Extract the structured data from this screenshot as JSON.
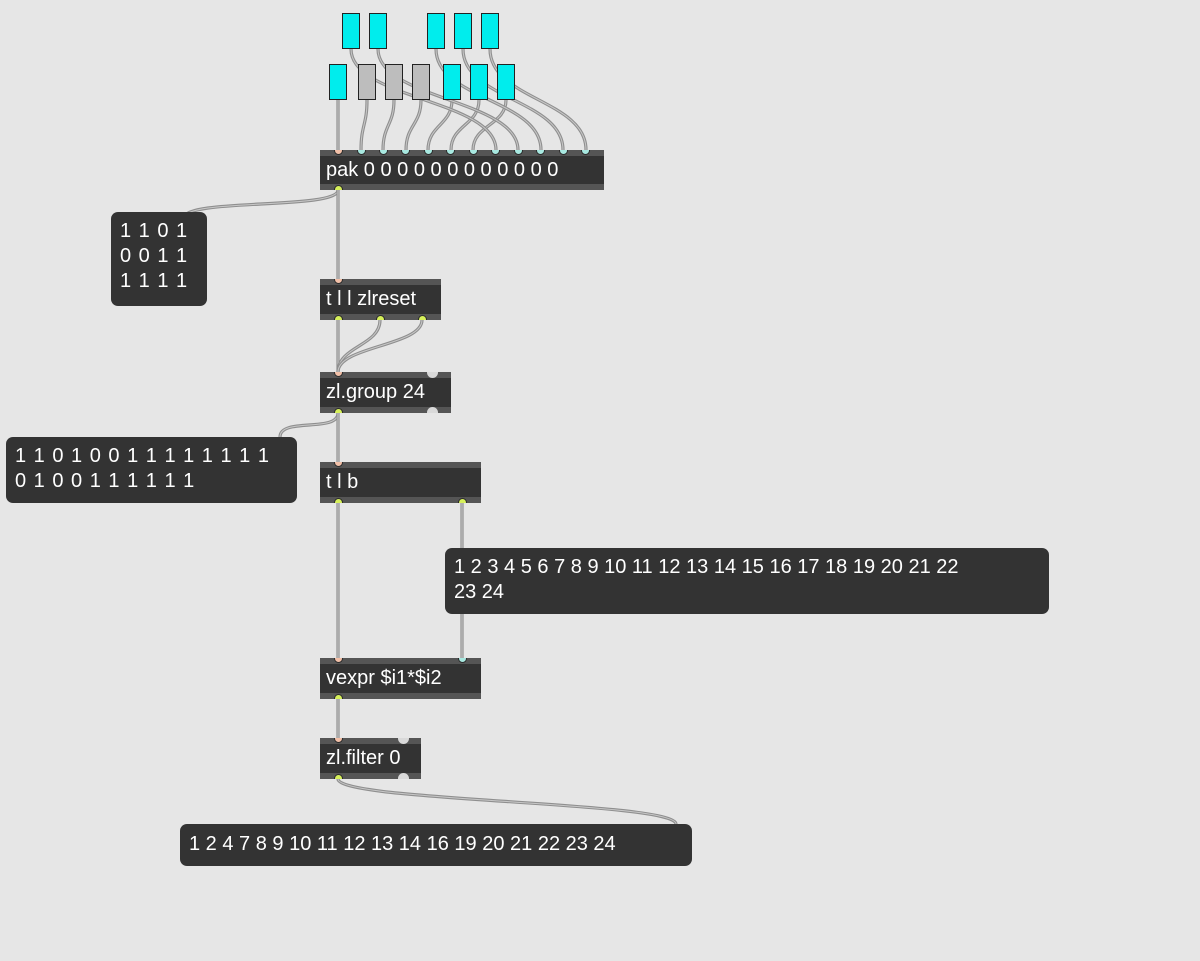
{
  "toggles": {
    "top_row": [
      "on",
      "on",
      "on",
      "on",
      "on"
    ],
    "bottom_row": [
      "on",
      "off",
      "off",
      "off",
      "on",
      "on",
      "on"
    ]
  },
  "objects": {
    "pak": "pak 0 0 0 0 0 0 0 0 0 0 0 0",
    "trigger_zlreset": "t l l zlreset",
    "zl_group": "zl.group 24",
    "trigger_lb": "t l b",
    "vexpr": "vexpr $i1*$i2",
    "zl_filter": "zl.filter 0"
  },
  "messages": {
    "matrix_rows": "1 1 0 1\n0 0 1 1\n1 1 1 1",
    "flat_list": "1 1 0 1 0 0 1 1 1 1 1 1 1 1\n0 1 0 0 1 1 1 1 1 1",
    "index_list": "1 2 3 4 5 6 7 8 9 10 11 12 13 14 15 16 17 18 19 20 21 22\n23 24",
    "result_list": "1 2 4 7 8 9 10 11 12 13 14 16 19 20 21 22 23 24"
  },
  "colors": {
    "canvas": "#e6e6e6",
    "object_body": "#333333",
    "toggle_on": "#00eded",
    "toggle_off": "#bdbdbd",
    "patch_cord": "#8f8f8f"
  }
}
